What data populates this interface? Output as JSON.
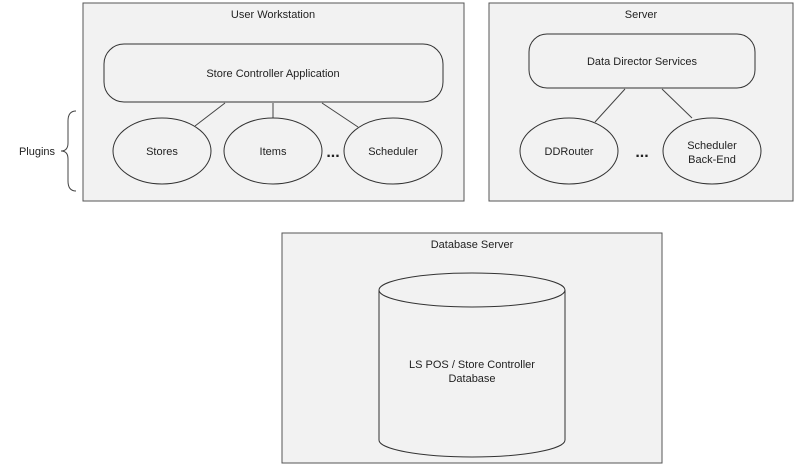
{
  "containers": {
    "workstation": "User Workstation",
    "server": "Server",
    "database_server": "Database Server"
  },
  "nodes": {
    "store_controller": "Store Controller Application",
    "stores": "Stores",
    "items": "Items",
    "scheduler": "Scheduler",
    "data_director": "Data Director Services",
    "ddrouter": "DDRouter",
    "scheduler_backend": [
      "Scheduler",
      "Back-End"
    ],
    "database": [
      "LS POS / Store Controller",
      "Database"
    ]
  },
  "plugins_label": "Plugins",
  "ellipsis": "..."
}
